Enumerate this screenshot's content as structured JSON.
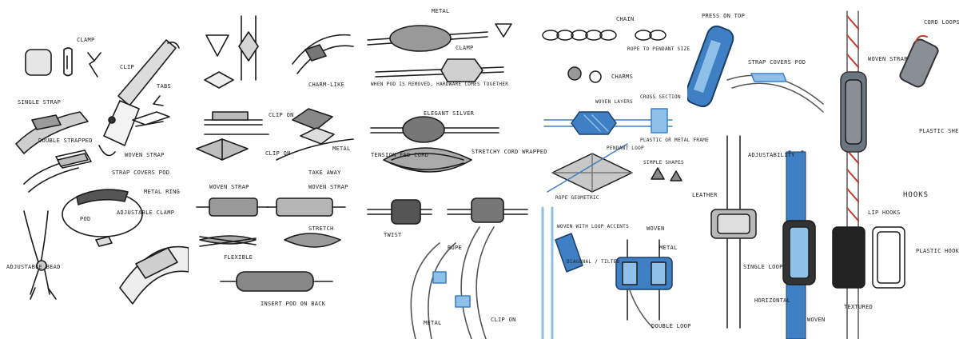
{
  "labels": {
    "s1": {
      "clamp": "CLAMP",
      "clip": "CLIP",
      "tabs": "TABS",
      "single_strap": "SINGLE STRAP",
      "double_strapped": "DOUBLE STRAPPED",
      "woven_strap": "WOVEN STRAP",
      "strap_covers_pod": "STRAP COVERS POD",
      "metal_ring": "METAL RING",
      "pod": "POD",
      "adjustable_clamp": "ADJUSTABLE CLAMP",
      "adjustable_bead": "ADJUSTABLE BEAD"
    },
    "s2": {
      "charm_like": "CHARM-LIKE",
      "clip_on_top": "CLIP ON",
      "clip_on": "CLIP ON",
      "metal": "METAL",
      "take_away": "TAKE AWAY",
      "woven_strap_1": "WOVEN STRAP",
      "woven_strap_2": "WOVEN STRAP",
      "stretch": "STRETCH",
      "flexible": "FLEXIBLE",
      "insert_pod": "INSERT POD ON BACK"
    },
    "s3": {
      "metal": "METAL",
      "clamp": "CLAMP",
      "hardware": "WHEN POD IS REMOVED, HARDWARE COMES TOGETHER",
      "elegant_silver": "ELEGANT SILVER",
      "tension_cord": "TENSION FED CORD",
      "stretch_cord": "STRETCHY CORD WRAPPED",
      "twist": "TWIST",
      "rope": "ROPE",
      "metal_bottom": "METAL",
      "clip_on": "CLIP ON"
    },
    "s4": {
      "chain": "CHAIN",
      "rope_to_pendant": "ROPE TO PENDANT SIZE",
      "charms": "CHARMS",
      "woven_layers": "WOVEN LAYERS",
      "cross_section": "CROSS SECTION",
      "plastic_frame": "PLASTIC OR METAL FRAME",
      "pendant_loop": "PENDANT LOOP",
      "simple_shapes": "SIMPLE SHAPES",
      "rope_geometric": "ROPE GEOMETRIC",
      "woven_loop": "WOVEN WITH LOOP ACCENTS",
      "diagonal": "DIAGONAL / TILTED",
      "woven": "WOVEN",
      "metal": "METAL",
      "double_loop": "DOUBLE LOOP"
    },
    "s5": {
      "pop_out": "PRESS ON TOP",
      "strap_covers_pod": "STRAP COVERS POD",
      "adjustability": "ADJUSTABILITY",
      "leather": "LEATHER",
      "single_loop": "SINGLE LOOP",
      "horizontal": "HORIZONTAL",
      "woven": "WOVEN",
      "woven_strap": "WOVEN STRAP",
      "cord_loops": "CORD LOOPS",
      "plastic_shell": "PLASTIC SHELL",
      "hooks": "HOOKS",
      "lip_hooks": "LIP HOOKS",
      "plastic_hooks": "PLASTIC HOOKS",
      "textured": "TEXTURED"
    }
  },
  "colors": {
    "ink": "#1c1c1c",
    "blue": "#3f7fc4",
    "light_blue": "#8fc0ea",
    "grey": "#8a8f96",
    "red": "#c23a2e"
  }
}
